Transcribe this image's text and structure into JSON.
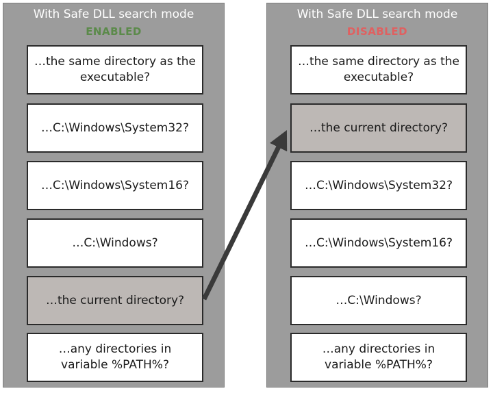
{
  "panels": {
    "left": {
      "title": "With Safe DLL search mode",
      "status": "ENABLED",
      "status_color": "#5b8a4a",
      "steps": [
        {
          "label": "…the same directory as the executable?",
          "highlight": false
        },
        {
          "label": "…C:\\Windows\\System32?",
          "highlight": false
        },
        {
          "label": "…C:\\Windows\\System16?",
          "highlight": false
        },
        {
          "label": "…C:\\Windows?",
          "highlight": false
        },
        {
          "label": "…the current directory?",
          "highlight": true
        },
        {
          "label": "…any directories in variable %PATH%?",
          "highlight": false
        }
      ]
    },
    "right": {
      "title": "With Safe DLL search mode",
      "status": "DISABLED",
      "status_color": "#e06060",
      "steps": [
        {
          "label": "…the same directory as the executable?",
          "highlight": false
        },
        {
          "label": "…the current directory?",
          "highlight": true
        },
        {
          "label": "…C:\\Windows\\System32?",
          "highlight": false
        },
        {
          "label": "…C:\\Windows\\System16?",
          "highlight": false
        },
        {
          "label": "…C:\\Windows?",
          "highlight": false
        },
        {
          "label": "…any directories in variable %PATH%?",
          "highlight": false
        }
      ]
    }
  },
  "colors": {
    "panel_bg": "#9c9c9c",
    "box_bg": "#ffffff",
    "highlight_bg": "#bdb8b5",
    "arrow": "#3a3a3a"
  }
}
